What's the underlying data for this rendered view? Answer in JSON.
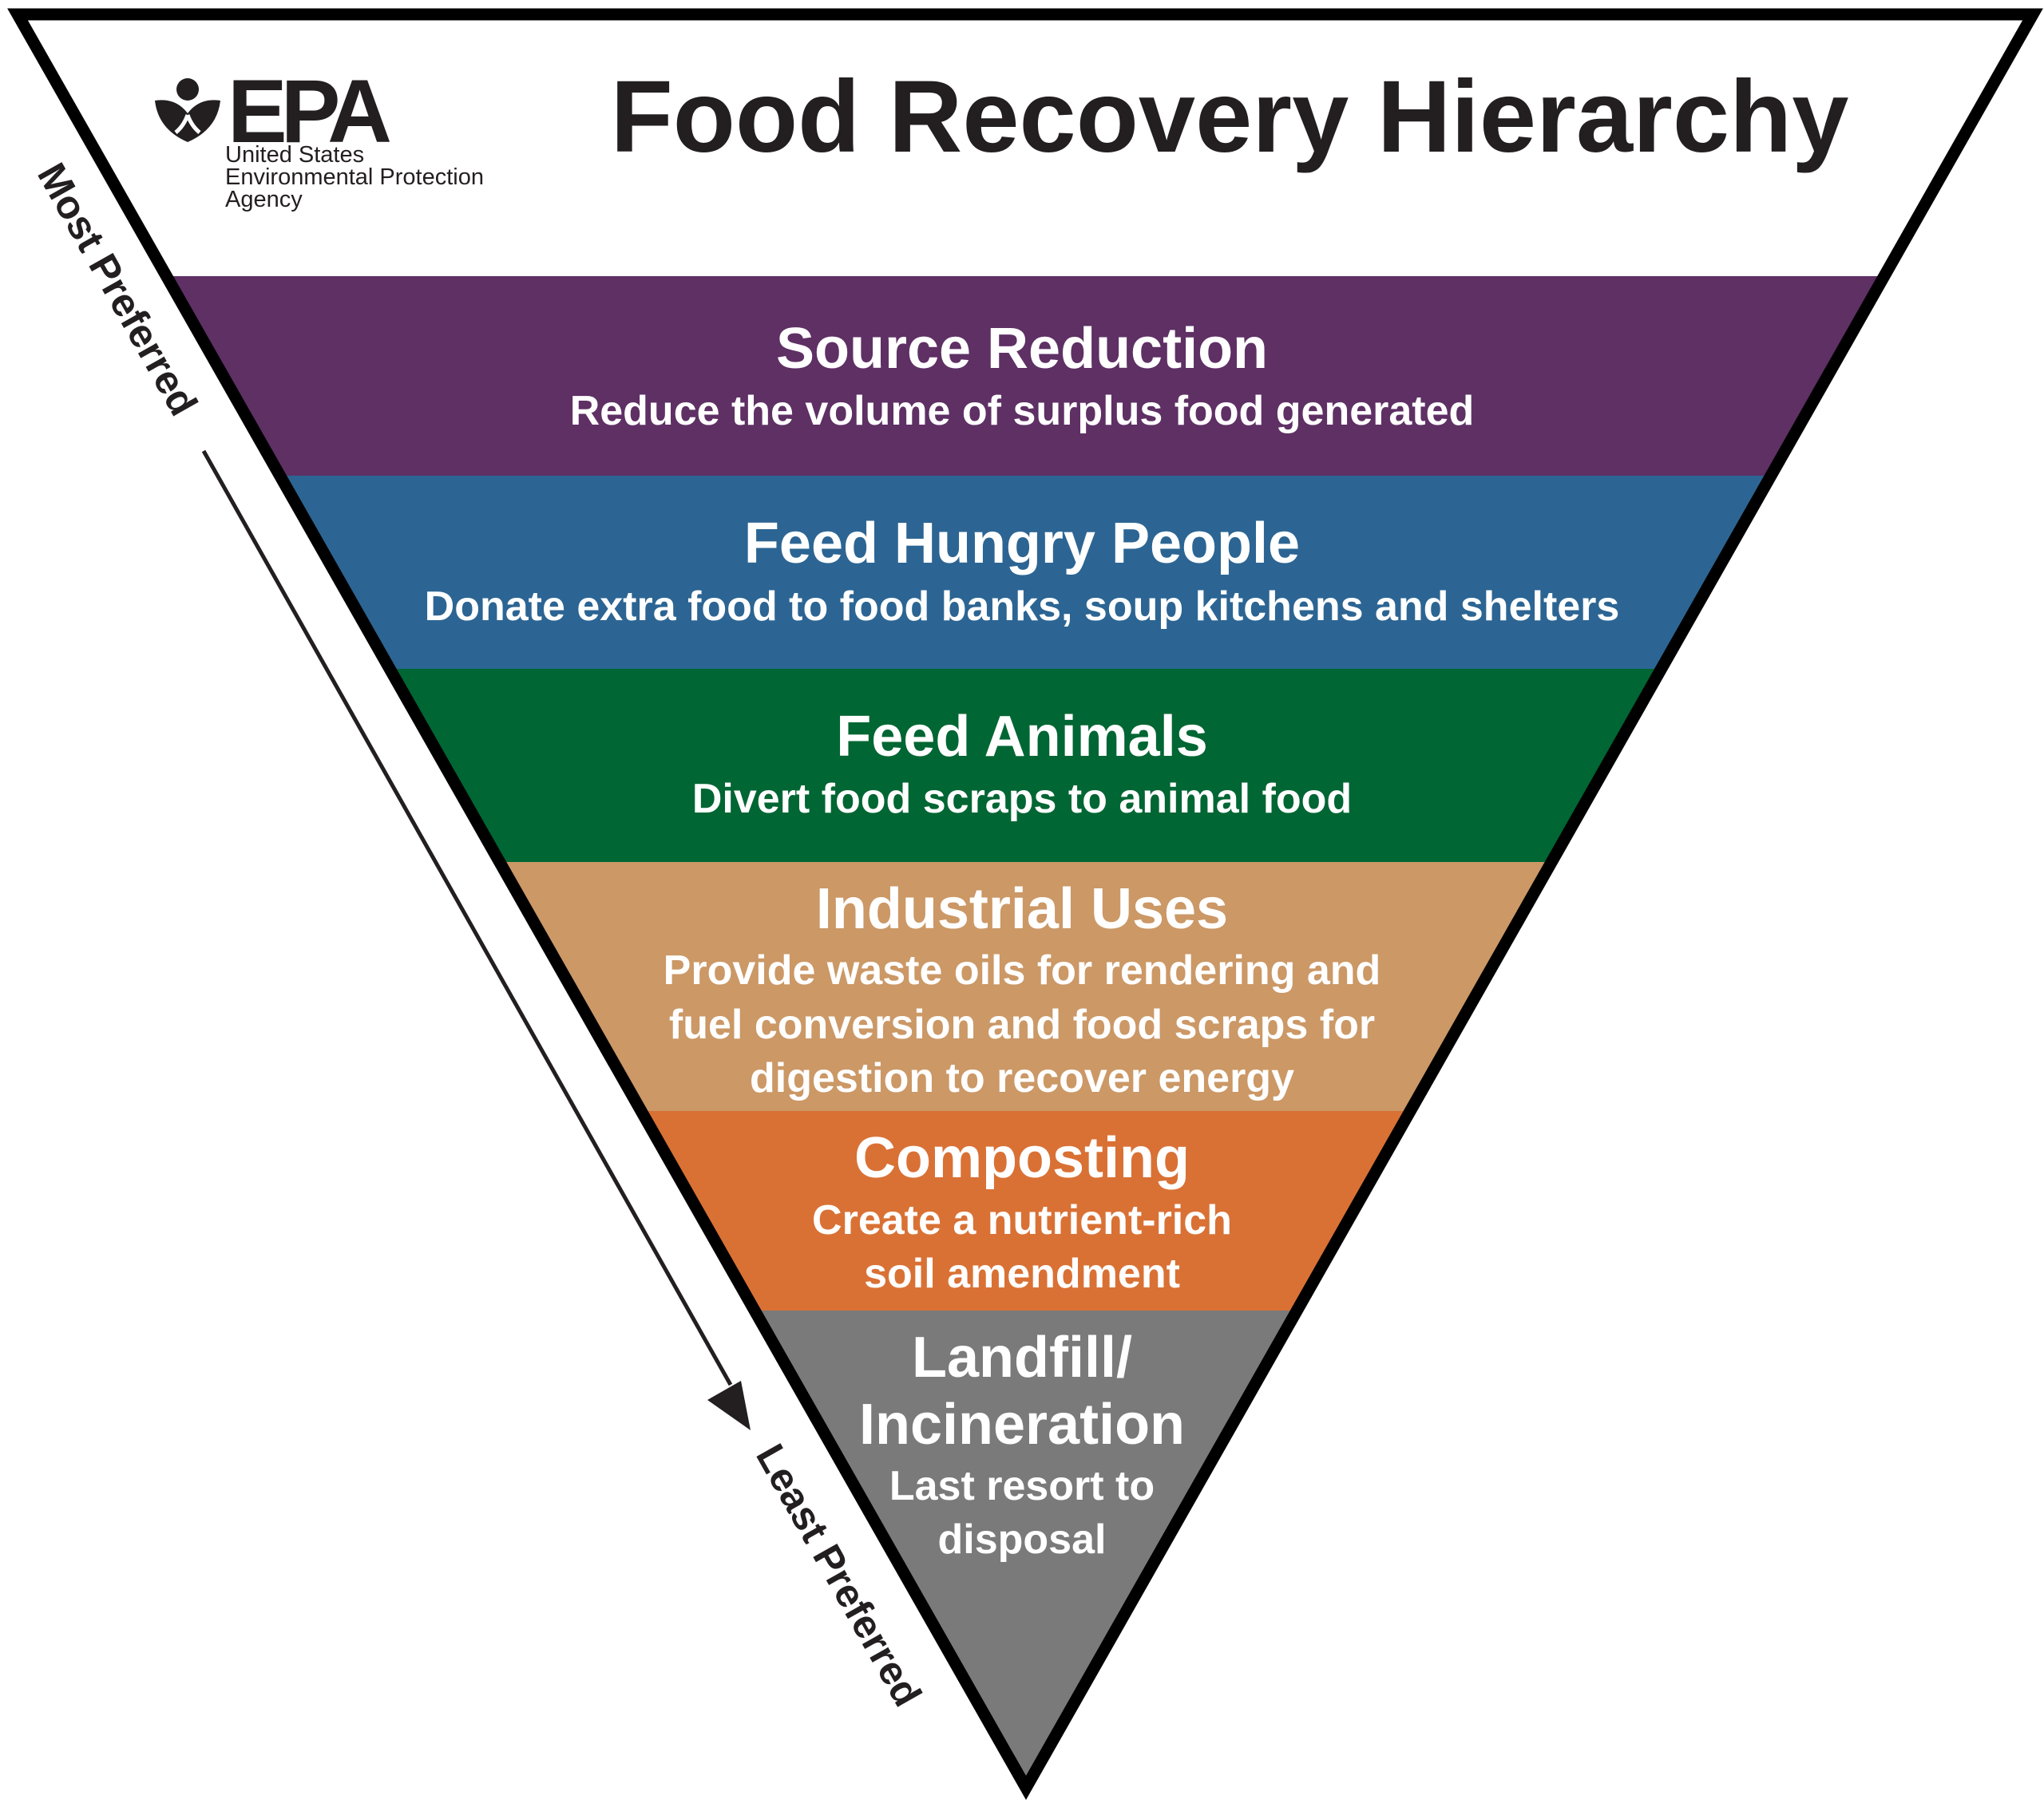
{
  "header": {
    "title": "Food Recovery Hierarchy",
    "logo": {
      "wordmark": "EPA",
      "agency_lines": [
        "United States",
        "Environmental Protection",
        "Agency"
      ]
    }
  },
  "axis": {
    "top_label": "Most Preferred",
    "bottom_label": "Least Preferred"
  },
  "tiers": [
    {
      "title": "Source Reduction",
      "description": [
        "Reduce the volume of surplus food generated"
      ],
      "color": "#5e3064"
    },
    {
      "title": "Feed Hungry People",
      "description": [
        "Donate extra food to food banks, soup kitchens and shelters"
      ],
      "color": "#2c6593"
    },
    {
      "title": "Feed Animals",
      "description": [
        "Divert food scraps to animal food"
      ],
      "color": "#006633"
    },
    {
      "title": "Industrial Uses",
      "description": [
        "Provide waste oils for rendering and",
        "fuel conversion and food scraps for",
        "digestion to recover energy"
      ],
      "color": "#cb9866"
    },
    {
      "title": "Composting",
      "description": [
        "Create a nutrient-rich",
        "soil amendment"
      ],
      "color": "#d97135"
    },
    {
      "title": [
        "Landfill/",
        "Incineration"
      ],
      "description": [
        "Last resort to",
        "disposal"
      ],
      "color": "#7a7a7a"
    }
  ],
  "colors": {
    "outline": "#000000",
    "text": "#231f20"
  }
}
